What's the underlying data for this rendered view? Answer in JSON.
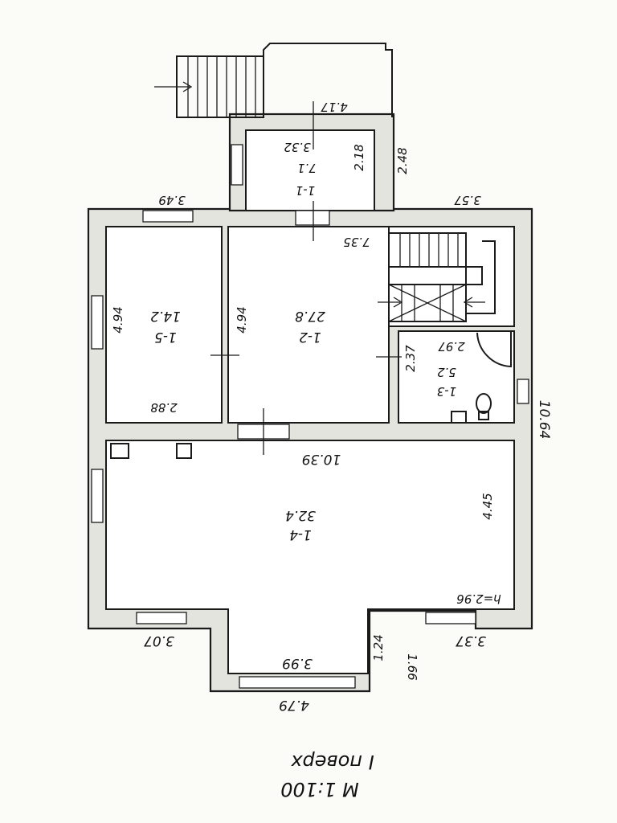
{
  "labels": {
    "top_block_width": "4.17",
    "vestibule_width": "3.32",
    "vestibule_height": "2.18",
    "vestibule_room": "1-1",
    "vestibule_area": "7.1",
    "top_right_outer": "2.48",
    "room5_top_width": "3.49",
    "right_top_width": "3.57",
    "room2_width": "7.35",
    "room5_height": "4.94",
    "room5_room": "1-5",
    "room5_area": "14.2",
    "room2_height": "4.94",
    "room2_room": "1-2",
    "room2_area": "27.8",
    "room3_width": "2.97",
    "room3_height": "2.37",
    "room3_room": "1-3",
    "room3_area": "5.2",
    "room5_bottom_width": "2.88",
    "overall_height": "10.64",
    "room4_width": "10.39",
    "room4_room": "1-4",
    "room4_area": "32.4",
    "room4_height": "4.45",
    "ceiling_height": "h=2.96",
    "bottom_left_width": "3.07",
    "bay_depth": "1.24",
    "bay_outer_depth": "1.66",
    "bottom_right_width": "3.37",
    "bay_inner_width": "3.99",
    "bay_outer_width": "4.79",
    "floor_title": "I поверх",
    "scale": "М  1:100"
  }
}
